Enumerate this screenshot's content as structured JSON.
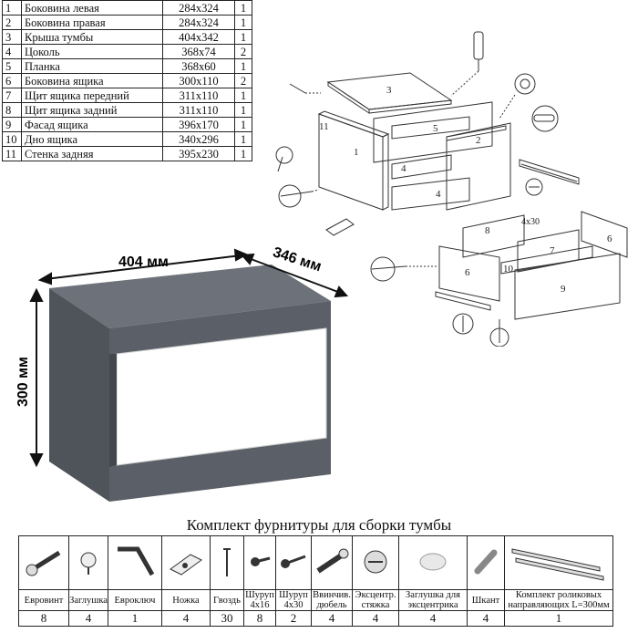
{
  "parts": [
    {
      "n": "1",
      "name": "Боковина левая",
      "dims": "284x324",
      "qty": "1"
    },
    {
      "n": "2",
      "name": "Боковина правая",
      "dims": "284x324",
      "qty": "1"
    },
    {
      "n": "3",
      "name": "Крыша тумбы",
      "dims": "404x342",
      "qty": "1"
    },
    {
      "n": "4",
      "name": "Цоколь",
      "dims": "368x74",
      "qty": "2"
    },
    {
      "n": "5",
      "name": "Планка",
      "dims": "368x60",
      "qty": "1"
    },
    {
      "n": "6",
      "name": "Боковина ящика",
      "dims": "300x110",
      "qty": "2"
    },
    {
      "n": "7",
      "name": "Щит ящика передний",
      "dims": "311x110",
      "qty": "1"
    },
    {
      "n": "8",
      "name": "Щит ящика задний",
      "dims": "311x110",
      "qty": "1"
    },
    {
      "n": "9",
      "name": "Фасад ящика",
      "dims": "396x170",
      "qty": "1"
    },
    {
      "n": "10",
      "name": "Дно ящика",
      "dims": "340x296",
      "qty": "1"
    },
    {
      "n": "11",
      "name": "Стенка задняя",
      "dims": "395x230",
      "qty": "1"
    }
  ],
  "diagram": {
    "labels": [
      "3",
      "11",
      "5",
      "1",
      "2",
      "4",
      "4",
      "8",
      "6",
      "7",
      "6",
      "10",
      "9",
      "4x30"
    ]
  },
  "product": {
    "width": "404 мм",
    "depth": "346 мм",
    "height": "300 мм",
    "body_color": "#5b6068",
    "front_color": "#ffffff"
  },
  "fittings": {
    "title": "Комплект фурнитуры для сборки тумбы",
    "items": [
      {
        "label": "Евровинт",
        "qty": "8",
        "icon": "eurovint-screw-icon"
      },
      {
        "label": "Заглушка",
        "qty": "4",
        "icon": "cap-icon"
      },
      {
        "label": "Евроключ",
        "qty": "1",
        "icon": "hex-key-icon"
      },
      {
        "label": "Ножка",
        "qty": "4",
        "icon": "foot-icon"
      },
      {
        "label": "Гвоздь",
        "qty": "30",
        "icon": "nail-icon"
      },
      {
        "label": "Шуруп 4x16",
        "qty": "8",
        "icon": "screw-4x16-icon"
      },
      {
        "label": "Шуруп 4x30",
        "qty": "2",
        "icon": "screw-4x30-icon"
      },
      {
        "label": "Ввинчив. дюбель",
        "qty": "4",
        "icon": "dowel-icon"
      },
      {
        "label": "Эксцентр. стяжка",
        "qty": "4",
        "icon": "eccentric-icon"
      },
      {
        "label": "Заглушка для эксцентрика",
        "qty": "4",
        "icon": "eccentric-cap-icon"
      },
      {
        "label": "Шкант",
        "qty": "4",
        "icon": "wood-dowel-icon"
      },
      {
        "label": "Комплект роликовых направляющих L=300мм",
        "qty": "1",
        "icon": "drawer-slides-icon"
      }
    ]
  }
}
